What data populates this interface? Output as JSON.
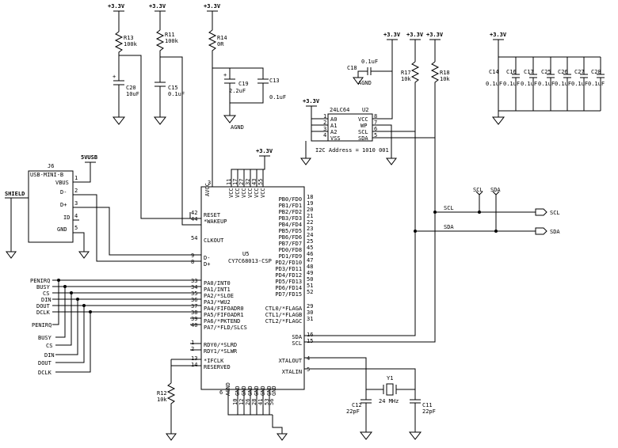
{
  "supply": "+3.3V",
  "ground": "AGND",
  "resistors": {
    "r13": {
      "ref": "R13",
      "value": "100k"
    },
    "r11": {
      "ref": "R11",
      "value": "100k"
    },
    "r14": {
      "ref": "R14",
      "value": "0R"
    },
    "r17": {
      "ref": "R17",
      "value": "10k"
    },
    "r18": {
      "ref": "R18",
      "value": "10k"
    },
    "r12": {
      "ref": "R12",
      "value": "10k"
    }
  },
  "capacitors": {
    "c20": {
      "ref": "C20",
      "value": "10uF"
    },
    "c15": {
      "ref": "C15",
      "value": "0.1uF"
    },
    "c19": {
      "ref": "C19",
      "value": "2.2uF"
    },
    "c13": {
      "ref": "C13",
      "value": "0.1uF"
    },
    "c18": {
      "ref": "C18",
      "value": "0.1uF"
    },
    "c12": {
      "ref": "C12",
      "value": "22pF"
    },
    "c11": {
      "ref": "C11",
      "value": "22pF"
    }
  },
  "decoupling": {
    "caps": [
      "C14",
      "C16",
      "C17",
      "C25",
      "C26",
      "C27",
      "C28"
    ],
    "value": "0.1uF"
  },
  "crystal": {
    "ref": "Y1",
    "value": "24 MHz"
  },
  "eeprom": {
    "part": "24LC64",
    "ref": "U2",
    "left_pins": [
      "A0",
      "A1",
      "A2",
      "VSS"
    ],
    "left_nums": [
      "1",
      "2",
      "3",
      "4"
    ],
    "right_pins": [
      "VCC",
      "WP",
      "SCL",
      "SDA"
    ],
    "right_nums": [
      "8",
      "7",
      "6",
      "5"
    ],
    "address": "I2C Address = 1010 001"
  },
  "usb": {
    "ref": "J6",
    "part": "USB-MINI-B",
    "pins": [
      "VBUS",
      "D-",
      "D+",
      "ID",
      "GND"
    ],
    "pin_nums": [
      "1",
      "2",
      "3",
      "4",
      "5"
    ],
    "shield": "SHIELD",
    "vbus_net": "5VUSB"
  },
  "mcu": {
    "ref": "U5",
    "part": "CY7C68013-CSP",
    "avcc": "AVCC",
    "avcc_pin": "3",
    "agnd": "AGND",
    "left_pins": [
      {
        "num": "42",
        "name": "RESET"
      },
      {
        "num": "44",
        "name": "*WAKEUP"
      },
      {
        "num": "54",
        "name": "CLKOUT"
      },
      {
        "num": "9",
        "name": "D-"
      },
      {
        "num": "8",
        "name": "D+"
      },
      {
        "num": "33",
        "name": "PA0/INT0"
      },
      {
        "num": "34",
        "name": "PA1/INT1"
      },
      {
        "num": "35",
        "name": "PA2/*SLOE"
      },
      {
        "num": "36",
        "name": "PA3/*WU2"
      },
      {
        "num": "37",
        "name": "PA4/FIFOADR0"
      },
      {
        "num": "38",
        "name": "PA5/FIFOADR1"
      },
      {
        "num": "39",
        "name": "PA6/*PKTEND"
      },
      {
        "num": "40",
        "name": "PA7/*FLD/SLCS"
      },
      {
        "num": "1",
        "name": "RDY0/*SLRD"
      },
      {
        "num": "2",
        "name": "RDY1/*SLWR"
      },
      {
        "num": "13",
        "name": "*IFCLK"
      },
      {
        "num": "14",
        "name": "RESERVED"
      }
    ],
    "right_pins": [
      {
        "num": "18",
        "name": "PB0/FD0"
      },
      {
        "num": "19",
        "name": "PB1/FD1"
      },
      {
        "num": "20",
        "name": "PB2/FD2"
      },
      {
        "num": "21",
        "name": "PB3/FD3"
      },
      {
        "num": "22",
        "name": "PB4/FD4"
      },
      {
        "num": "23",
        "name": "PB5/FD5"
      },
      {
        "num": "24",
        "name": "PB6/FD6"
      },
      {
        "num": "25",
        "name": "PB7/FD7"
      },
      {
        "num": "45",
        "name": "PD0/FD8"
      },
      {
        "num": "46",
        "name": "PD1/FD9"
      },
      {
        "num": "47",
        "name": "PD2/FD10"
      },
      {
        "num": "48",
        "name": "PD3/FD11"
      },
      {
        "num": "49",
        "name": "PD4/FD12"
      },
      {
        "num": "50",
        "name": "PD5/FD13"
      },
      {
        "num": "51",
        "name": "PD6/FD14"
      },
      {
        "num": "52",
        "name": "PD7/FD15"
      },
      {
        "num": "29",
        "name": "CTL0/*FLAGA"
      },
      {
        "num": "30",
        "name": "CTL1/*FLAGB"
      },
      {
        "num": "31",
        "name": "CTL2/*FLAGC"
      },
      {
        "num": "16",
        "name": "SDA"
      },
      {
        "num": "15",
        "name": "SCL"
      },
      {
        "num": "4",
        "name": "XTALOUT"
      },
      {
        "num": "5",
        "name": "XTALIN"
      }
    ],
    "vcc_pins": [
      "11",
      "17",
      "27",
      "32",
      "43",
      "55"
    ],
    "gnd_pins": [
      "10",
      "12",
      "26",
      "28",
      "41",
      "53",
      "56"
    ],
    "gnd_pin_left": "6"
  },
  "nets": {
    "top_left": [
      "PENIRQ",
      "BUSY",
      "CS",
      "DIN",
      "DOUT",
      "DCLK"
    ],
    "bottom_left": [
      "PENIRQ",
      "BUSY",
      "CS",
      "DIN",
      "DOUT",
      "DCLK"
    ],
    "scl": "SCL",
    "sda": "SDA"
  }
}
